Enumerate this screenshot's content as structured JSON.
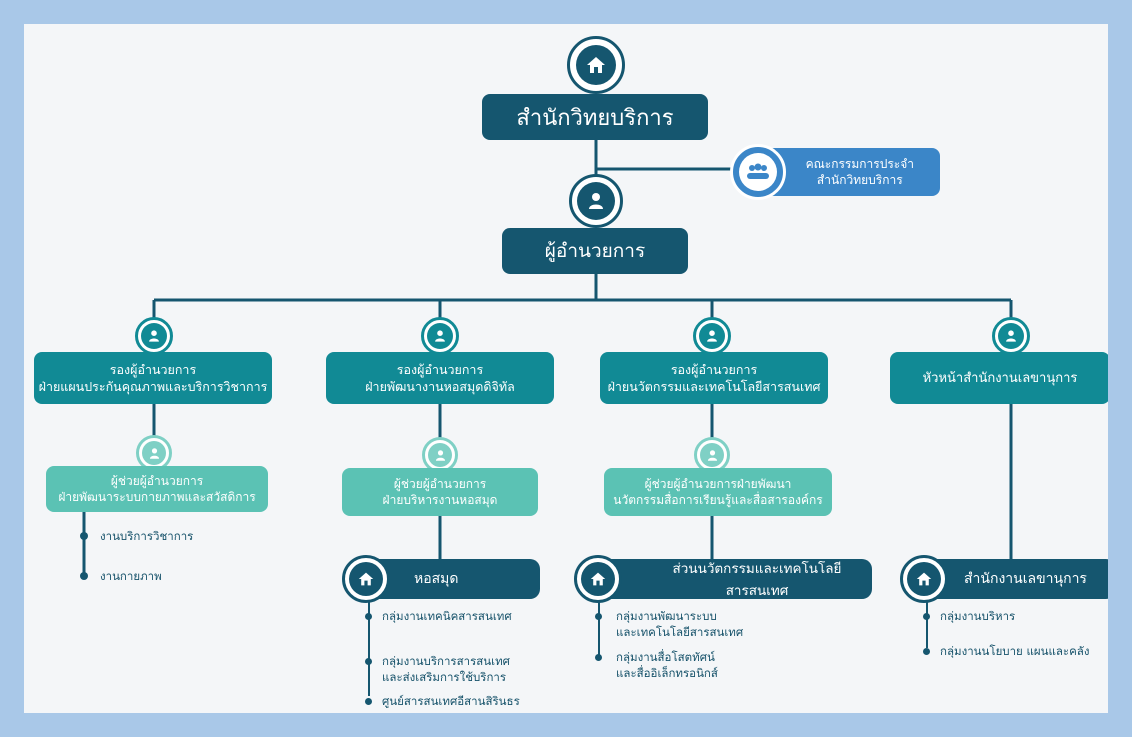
{
  "root": {
    "label": "สำนักวิทยบริการ"
  },
  "committee": {
    "line1": "คณะกรรมการประจำ",
    "line2": "สำนักวิทยบริการ"
  },
  "director": {
    "label": "ผู้อำนวยการ"
  },
  "branches": [
    {
      "vp_line1": "รองผู้อำนวยการ",
      "vp_line2": "ฝ่ายแผนประกันคุณภาพและบริการวิชาการ",
      "assistant_line1": "ผู้ช่วยผู้อำนวยการ",
      "assistant_line2": "ฝ่ายพัฒนาระบบกายภาพและสวัสดิการ",
      "items": [
        "งานบริการวิชาการ",
        "งานกายภาพ"
      ]
    },
    {
      "vp_line1": "รองผู้อำนวยการ",
      "vp_line2": "ฝ่ายพัฒนางานหอสมุดดิจิทัล",
      "assistant_line1": "ผู้ช่วยผู้อำนวยการ",
      "assistant_line2": "ฝ่ายบริหารงานหอสมุด",
      "unit": "หอสมุด",
      "items": [
        "กลุ่มงานเทคนิคสารสนเทศ",
        "กลุ่มงานบริการสารสนเทศ",
        "และส่งเสริมการใช้บริการ",
        "ศูนย์สารสนเทศอีสานสิรินธร"
      ]
    },
    {
      "vp_line1": "รองผู้อำนวยการ",
      "vp_line2": "ฝ่ายนวัตกรรมและเทคโนโลยีสารสนเทศ",
      "assistant_line1": "ผู้ช่วยผู้อำนวยการฝ่ายพัฒนา",
      "assistant_line2": "นวัตกรรมสื่อการเรียนรู้และสื่อสารองค์กร",
      "unit": "ส่วนนวัตกรรมและเทคโนโลยีสารสนเทศ",
      "items": [
        "กลุ่มงานพัฒนาระบบ",
        "และเทคโนโลยีสารสนเทศ",
        "กลุ่มงานสื่อโสตทัศน์",
        "และสื่ออิเล็กทรอนิกส์"
      ]
    },
    {
      "vp_line1": "หัวหน้าสำนักงานเลขานุการ",
      "unit": "สำนักงานเลขานุการ",
      "items": [
        "กลุ่มงานบริหาร",
        "กลุ่มงานนโยบาย แผนและคลัง"
      ]
    }
  ],
  "icons": {
    "root": "home-icon",
    "person": "person-icon",
    "group": "group-icon",
    "unit": "home-icon"
  },
  "colors": {
    "frame": "#a9c8e8",
    "navy": "#15566f",
    "teal": "#118a95",
    "light_teal": "#5bc2b4",
    "blue": "#3b86c8"
  }
}
